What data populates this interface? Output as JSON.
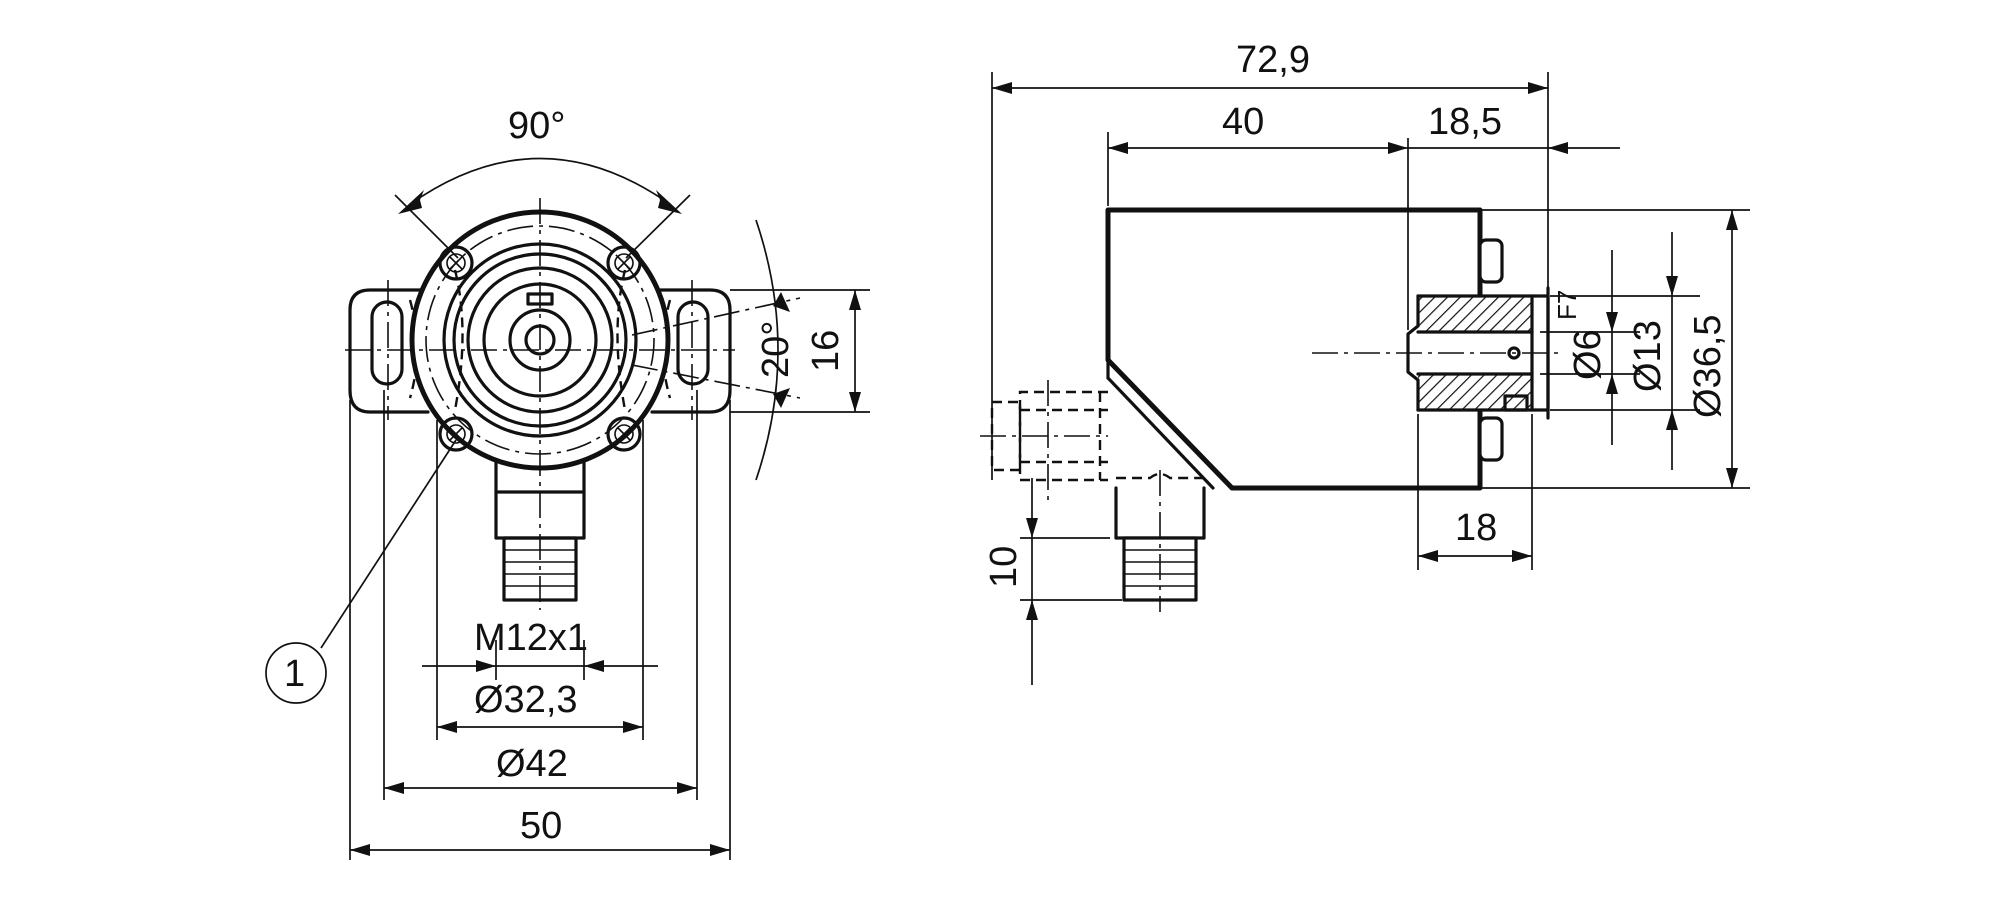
{
  "front_view": {
    "dim_angle_top": "90°",
    "dim_angle_side": "20°",
    "dim_height": "16",
    "dim_thread": "M12x1",
    "dim_d32": "Ø32,3",
    "dim_d42": "Ø42",
    "dim_width": "50",
    "callout": "1"
  },
  "side_view": {
    "dim_overall": "72,9",
    "dim_body": "40",
    "dim_shaft_offset": "18,5",
    "dim_shaft_len": "18",
    "dim_connector": "10",
    "dim_bore_prefix": "Ø6",
    "dim_bore_tol": "F7",
    "dim_d13": "Ø13",
    "dim_d36": "Ø36,5"
  }
}
